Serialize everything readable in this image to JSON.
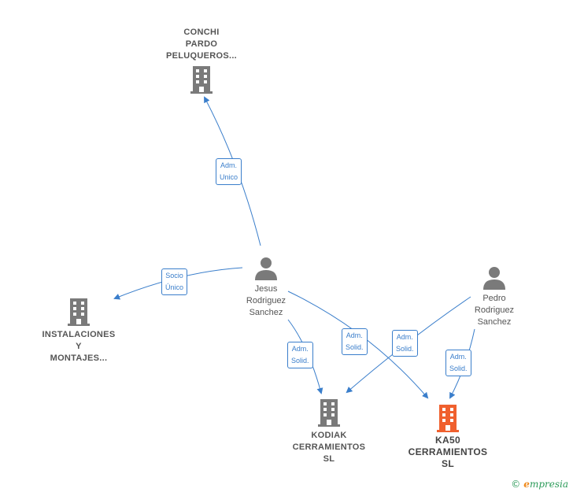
{
  "nodes": {
    "conchi": {
      "lines": [
        "CONCHI",
        "PARDO",
        "PELUQUEROS..."
      ]
    },
    "instalaciones": {
      "lines": [
        "INSTALACIONES",
        "Y",
        "MONTAJES..."
      ]
    },
    "jesus": {
      "lines": [
        "Jesus",
        "Rodriguez",
        "Sanchez"
      ]
    },
    "pedro": {
      "lines": [
        "Pedro",
        "Rodriguez",
        "Sanchez"
      ]
    },
    "kodiak": {
      "lines": [
        "KODIAK",
        "CERRAMIENTOS",
        "SL"
      ]
    },
    "ka50": {
      "lines": [
        "KA50",
        "CERRAMIENTOS",
        "SL"
      ]
    }
  },
  "edges": {
    "jesus_conchi": [
      "Adm.",
      "Unico"
    ],
    "jesus_instalaciones": [
      "Socio",
      "Único"
    ],
    "jesus_kodiak": [
      "Adm.",
      "Solid."
    ],
    "jesus_ka50": [
      "Adm.",
      "Solid."
    ],
    "pedro_kodiak": [
      "Adm.",
      "Solid."
    ],
    "pedro_ka50": [
      "Adm.",
      "Solid."
    ]
  },
  "colors": {
    "edge": "#3a7ecb",
    "company_icon": "#7a7a7a",
    "focus_icon": "#f0602e",
    "person_icon": "#7a7a7a"
  },
  "icons": {
    "company": "building-icon",
    "person": "person-icon"
  },
  "footer": {
    "copyright": "©",
    "brand_initial": "e",
    "brand_rest": "mpresia"
  }
}
